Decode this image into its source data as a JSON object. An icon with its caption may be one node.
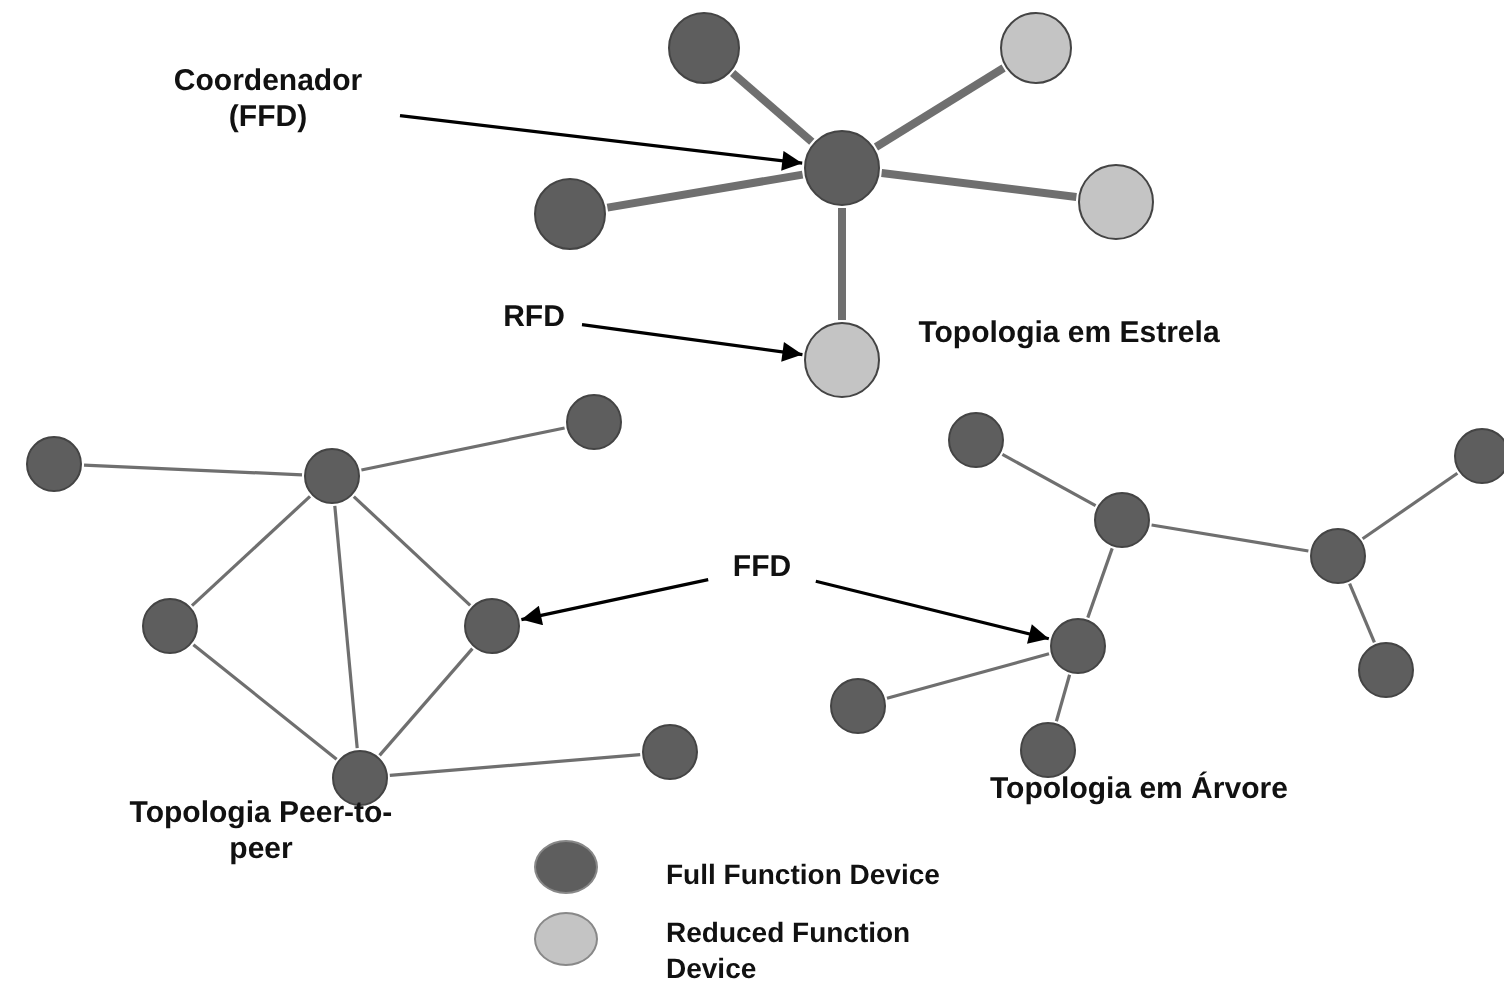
{
  "diagram": {
    "nodes": [
      {
        "text": [
          "Coordenador (FFD)"
        ]
      },
      {
        "text": [],
        "shape": "circle"
      },
      {
        "text": [],
        "shape": "circle"
      },
      {
        "text": [],
        "shape": "circle"
      },
      {
        "text": [],
        "shape": "circle"
      },
      {
        "text": [],
        "shape": "circle"
      },
      {
        "text": [
          "RFD"
        ]
      },
      {
        "text": [],
        "shape": "circle"
      },
      {
        "text": [
          "FFD"
        ]
      },
      {
        "text": [],
        "shape": "circle"
      },
      {
        "text": [],
        "shape": "circle"
      },
      {
        "text": [],
        "shape": "circle"
      },
      {
        "text": [],
        "shape": "circle"
      },
      {
        "text": [],
        "shape": "circle"
      },
      {
        "text": [],
        "shape": "circle"
      },
      {
        "text": [],
        "shape": "circle"
      },
      {
        "text": [],
        "shape": "circle"
      },
      {
        "text": [],
        "shape": "circle"
      },
      {
        "text": [],
        "shape": "circle"
      },
      {
        "text": [],
        "shape": "circle"
      },
      {
        "text": [],
        "shape": "circle"
      },
      {
        "text": [],
        "shape": "circle"
      },
      {
        "text": [],
        "shape": "circle"
      },
      {
        "text": [],
        "shape": "circle"
      }
    ],
    "edges": [
      {
        "from": 0,
        "to": 3,
        "arrow": "to",
        "color": "#000000"
      },
      {
        "from": 3,
        "to": 1,
        "arrow": "none",
        "style": "thick"
      },
      {
        "from": 3,
        "to": 2,
        "arrow": "none",
        "style": "thick"
      },
      {
        "from": 3,
        "to": 4,
        "arrow": "none",
        "style": "thick"
      },
      {
        "from": 3,
        "to": 5,
        "arrow": "none",
        "style": "thick"
      },
      {
        "from": 3,
        "to": 7,
        "arrow": "none",
        "style": "thick"
      },
      {
        "from": 6,
        "to": 7,
        "arrow": "to",
        "color": "#000000"
      },
      {
        "from": 8,
        "to": 13,
        "arrow": "to",
        "color": "#000000"
      },
      {
        "from": 8,
        "to": 20,
        "arrow": "to",
        "color": "#000000"
      },
      {
        "from": 9,
        "to": 10,
        "arrow": "none"
      },
      {
        "from": 10,
        "to": 11,
        "arrow": "none"
      },
      {
        "from": 10,
        "to": 12,
        "arrow": "none"
      },
      {
        "from": 10,
        "to": 14,
        "arrow": "none"
      },
      {
        "from": 10,
        "to": 13,
        "arrow": "none"
      },
      {
        "from": 12,
        "to": 14,
        "arrow": "none"
      },
      {
        "from": 13,
        "to": 14,
        "arrow": "none"
      },
      {
        "from": 14,
        "to": 15,
        "arrow": "none"
      },
      {
        "from": 16,
        "to": 17,
        "arrow": "none"
      },
      {
        "from": 17,
        "to": 18,
        "arrow": "none"
      },
      {
        "from": 18,
        "to": 19,
        "arrow": "none"
      },
      {
        "from": 18,
        "to": 23,
        "arrow": "none"
      },
      {
        "from": 17,
        "to": 20,
        "arrow": "none"
      },
      {
        "from": 20,
        "to": 21,
        "arrow": "none"
      },
      {
        "from": 20,
        "to": 22,
        "arrow": "none"
      }
    ],
    "labels": [
      "Topologia em Estrela",
      "Topologia Peer-to-peer",
      "Topologia em Árvore"
    ],
    "legend": [
      {
        "text": "Full Function Device",
        "color": "#5e5e5e"
      },
      {
        "text": "Reduced Function Device",
        "color": "#c4c4c4"
      }
    ]
  }
}
